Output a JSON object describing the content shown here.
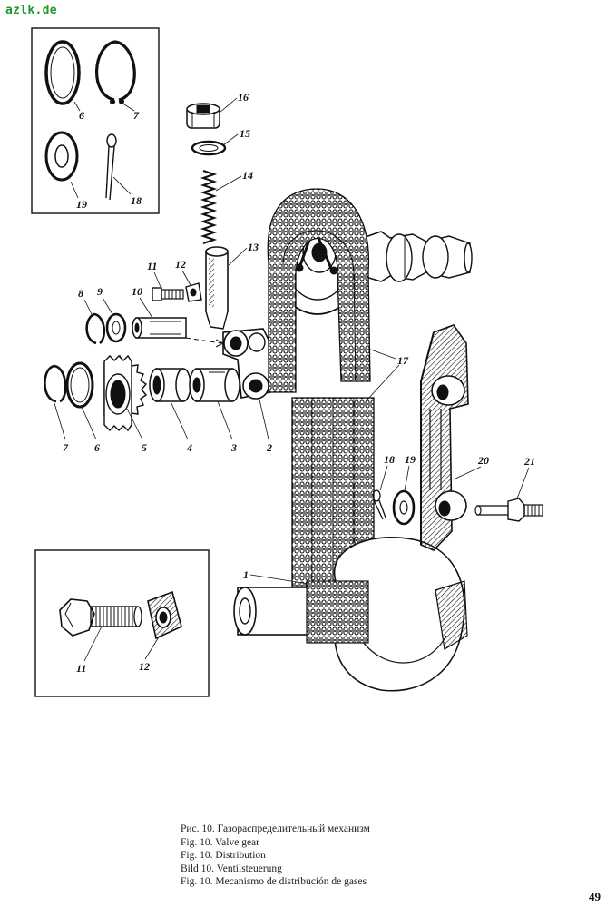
{
  "watermark": "azlk.de",
  "callouts": {
    "c1": "1",
    "c2": "2",
    "c3": "3",
    "c4": "4",
    "c5": "5",
    "c6a": "6",
    "c6b": "6",
    "c7a": "7",
    "c7b": "7",
    "c8": "8",
    "c9": "9",
    "c10": "10",
    "c11a": "11",
    "c11b": "11",
    "c12a": "12",
    "c12b": "12",
    "c13": "13",
    "c14": "14",
    "c15": "15",
    "c16": "16",
    "c17": "17",
    "c18a": "18",
    "c18b": "18",
    "c19a": "19",
    "c19b": "19",
    "c20": "20",
    "c21": "21"
  },
  "captions": [
    "Рис. 10. Газораспределительный механизм",
    "Fig. 10. Valve gear",
    "Fig. 10. Distribution",
    "Bild 10. Ventilsteuerung",
    "Fig. 10. Mecanismo de distribución de gases"
  ],
  "page_number": "49",
  "colors": {
    "ink": "#111111",
    "watermark": "#1f9a2a",
    "paper": "#ffffff"
  }
}
